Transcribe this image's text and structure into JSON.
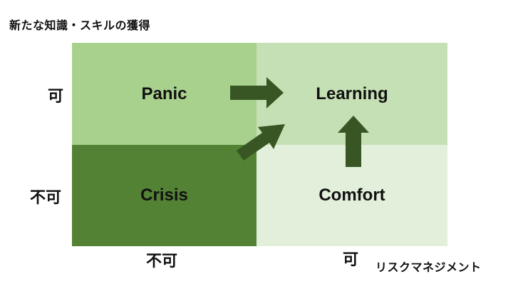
{
  "title_y": "新たな知識・スキルの獲得",
  "title_x": "リスクマネジメント",
  "y_labels": {
    "top": "可",
    "bottom": "不可"
  },
  "x_labels": {
    "left": "不可",
    "right": "可"
  },
  "quadrants": {
    "panic": "Panic",
    "learning": "Learning",
    "crisis": "Crisis",
    "comfort": "Comfort"
  },
  "colors": {
    "panic": "#a9d18e",
    "learning": "#c5e0b4",
    "crisis": "#548235",
    "comfort": "#e2efda",
    "arrow": "#375623"
  }
}
